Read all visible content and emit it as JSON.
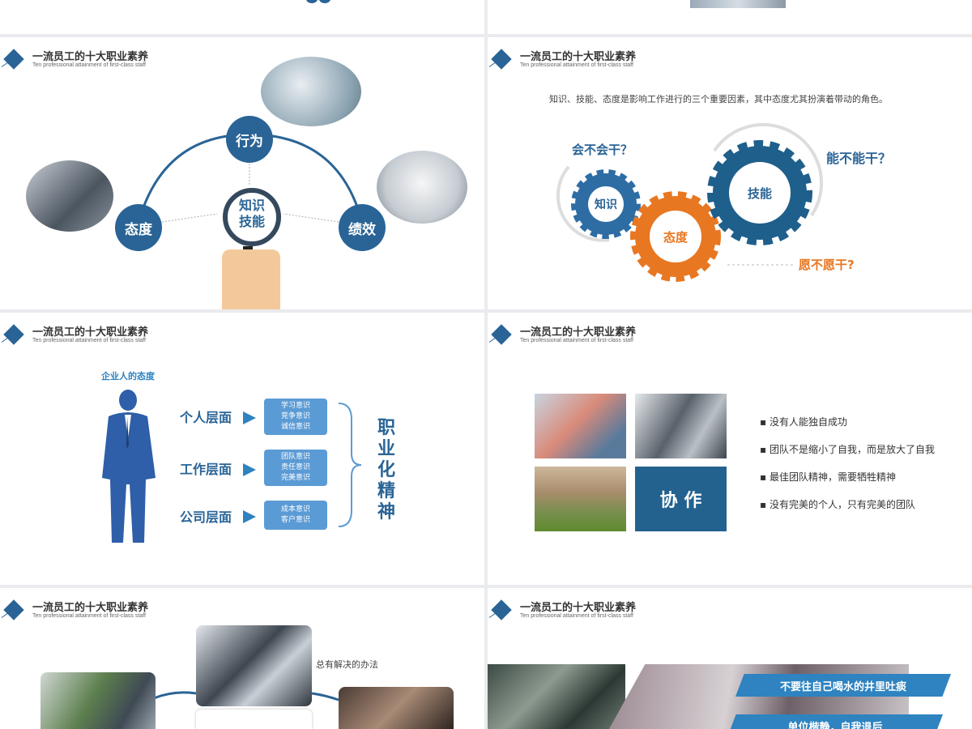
{
  "header": {
    "title": "一流员工的十大职业素养",
    "subtitle": "Ten professional attainment of first-class staff"
  },
  "slide_behavior": {
    "top": "行为",
    "center_line1": "知识",
    "center_line2": "技能",
    "left": "态度",
    "right": "绩效"
  },
  "slide_gears": {
    "intro": "知识、技能、态度是影响工作进行的三个重要因素，其中态度尤其扮演着带动的角色。",
    "q1": "会不会干？",
    "q2": "能不能干？",
    "q3": "愿不愿干?",
    "gear_knowledge": "知识",
    "gear_attitude": "态度",
    "gear_skill": "技能"
  },
  "slide_attitude": {
    "caption": "企业人的态度",
    "levels": [
      {
        "label": "个人层面",
        "items": [
          "学习意识",
          "竞争意识",
          "诚信意识"
        ]
      },
      {
        "label": "工作层面",
        "items": [
          "团队意识",
          "责任意识",
          "完美意识"
        ]
      },
      {
        "label": "公司层面",
        "items": [
          "成本意识",
          "客户意识"
        ]
      }
    ],
    "vertical": "职业化精神"
  },
  "slide_team": {
    "tile": "协 作",
    "bullets": [
      "没有人能独自成功",
      "团队不是缩小了自我，而是放大了自我",
      "最佳团队精神，需要牺牲精神",
      "没有完美的个人，只有完美的团队"
    ]
  },
  "slide_solution": {
    "note": "总有解决的办法"
  },
  "slide_ribbons": {
    "r1": "不要往自己喝水的井里吐痰",
    "r2": "单位楷静，自我退后"
  },
  "colors": {
    "primary": "#2a6496",
    "light": "#5b9bd5",
    "accent": "#e87722"
  }
}
